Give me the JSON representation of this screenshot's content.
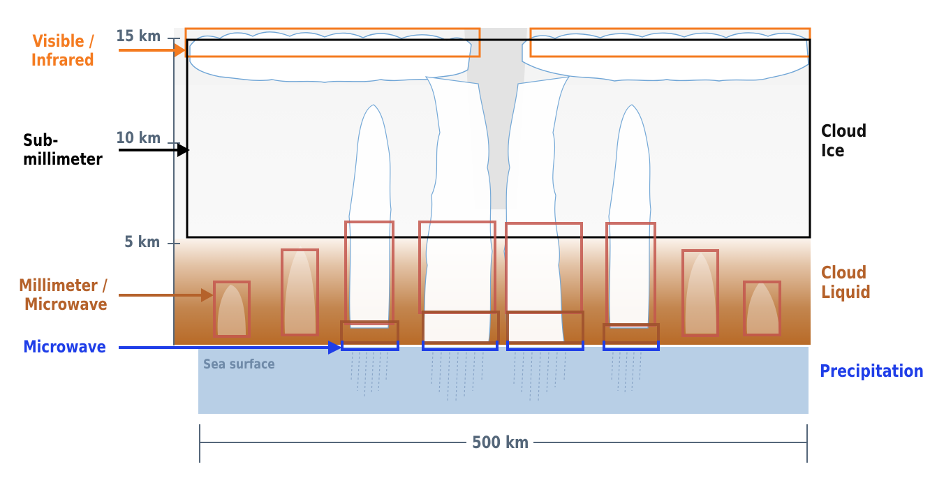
{
  "altitude_ticks": [
    "15 km",
    "10 km",
    "5 km"
  ],
  "left_labels": {
    "visible_infrared": [
      "Visible /",
      "Infrared"
    ],
    "submillimeter": [
      "Sub-",
      "millimeter"
    ],
    "millimeter_microwave": [
      "Millimeter /",
      "Microwave"
    ],
    "microwave": "Microwave"
  },
  "right_labels": {
    "cloud_ice": [
      "Cloud",
      "Ice"
    ],
    "cloud_liquid": [
      "Cloud",
      "Liquid"
    ],
    "precipitation": "Precipitation"
  },
  "sea_surface": "Sea surface",
  "scale_label": "500 km",
  "colors": {
    "visible_infrared": "#f47b20",
    "submillimeter": "#000000",
    "millimeter_microwave": "#b5622b",
    "microwave": "#1f3ee8",
    "axis_text": "#55677a",
    "sea": "#b8cfe6"
  }
}
